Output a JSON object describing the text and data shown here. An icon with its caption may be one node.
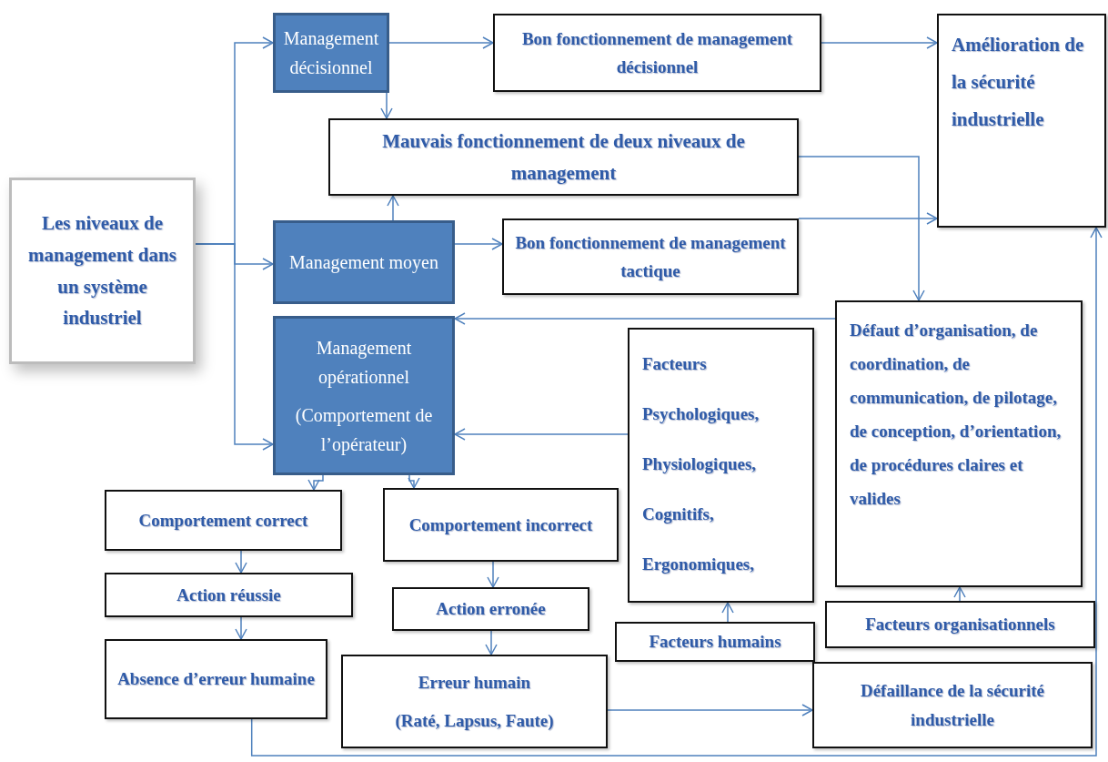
{
  "diagram": {
    "nodes": [
      {
        "text": [
          "Les niveaux de management dans un système industriel"
        ]
      },
      {
        "text": [
          "Management décisionnel"
        ]
      },
      {
        "text": [
          "Bon fonctionnement de management décisionnel"
        ]
      },
      {
        "text": [
          "Amélioration de la sécurité industrielle"
        ]
      },
      {
        "text": [
          "Mauvais fonctionnement de deux niveaux de management"
        ]
      },
      {
        "text": [
          "Management moyen"
        ]
      },
      {
        "text": [
          "Bon fonctionnement de management tactique"
        ]
      },
      {
        "text": [
          "Management opérationnel",
          "(Comportement de l’opérateur)"
        ]
      },
      {
        "text": [
          "Facteurs Psychologiques, Physiologiques, Cognitifs, Ergonomiques,"
        ]
      },
      {
        "text": [
          "Défaut d’organisation, de  coordination, de communication, de pilotage, de conception, d’orientation, de procédures claires et valides"
        ]
      },
      {
        "text": [
          "Comportement correct"
        ]
      },
      {
        "text": [
          "Comportement incorrect"
        ]
      },
      {
        "text": [
          "Action  réussie"
        ]
      },
      {
        "text": [
          "Action erronée"
        ]
      },
      {
        "text": [
          "Facteurs humains"
        ]
      },
      {
        "text": [
          "Facteurs organisationnels"
        ]
      },
      {
        "text": [
          "Absence d’erreur humaine"
        ]
      },
      {
        "text": [
          "Erreur humain",
          "(Raté, Lapsus, Faute)"
        ]
      },
      {
        "text": [
          "Défaillance de la sécurité industrielle"
        ]
      }
    ],
    "edges": [
      {
        "from": 0,
        "to": 1,
        "arrow": "to"
      },
      {
        "from": 0,
        "to": 5,
        "arrow": "to"
      },
      {
        "from": 0,
        "to": 7,
        "arrow": "to"
      },
      {
        "from": 1,
        "to": 2,
        "arrow": "to"
      },
      {
        "from": 2,
        "to": 3,
        "arrow": "to"
      },
      {
        "from": 1,
        "to": 4,
        "arrow": "to"
      },
      {
        "from": 5,
        "to": 4,
        "arrow": "to"
      },
      {
        "from": 5,
        "to": 6,
        "arrow": "to"
      },
      {
        "from": 6,
        "to": 3,
        "arrow": "to"
      },
      {
        "from": 4,
        "to": 9,
        "arrow": "to"
      },
      {
        "from": 9,
        "to": 7,
        "arrow": "to"
      },
      {
        "from": 8,
        "to": 7,
        "arrow": "to"
      },
      {
        "from": 7,
        "to": 10,
        "arrow": "to"
      },
      {
        "from": 7,
        "to": 11,
        "arrow": "to"
      },
      {
        "from": 10,
        "to": 12,
        "arrow": "to"
      },
      {
        "from": 12,
        "to": 16,
        "arrow": "to"
      },
      {
        "from": 11,
        "to": 13,
        "arrow": "to"
      },
      {
        "from": 13,
        "to": 17,
        "arrow": "to"
      },
      {
        "from": 14,
        "to": 8,
        "arrow": "to"
      },
      {
        "from": 15,
        "to": 9,
        "arrow": "to"
      },
      {
        "from": 17,
        "to": 18,
        "arrow": "to"
      },
      {
        "from": 16,
        "to": 3,
        "arrow": "to"
      }
    ]
  }
}
